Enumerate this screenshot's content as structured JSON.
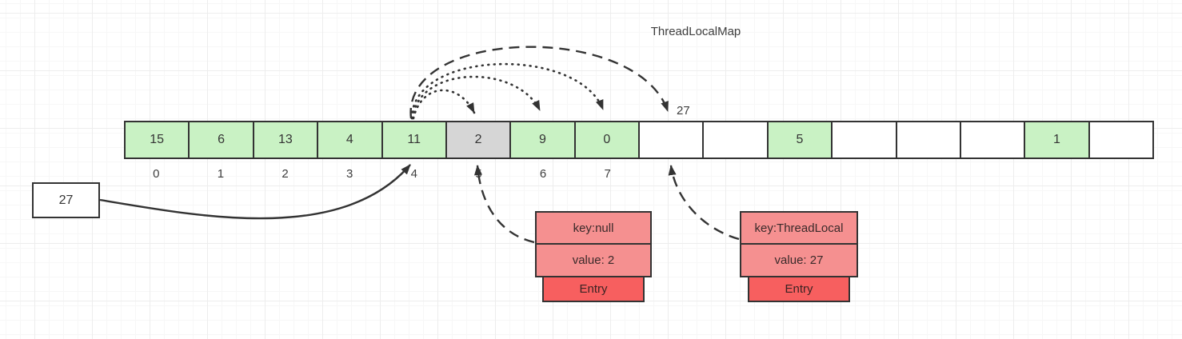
{
  "title": "ThreadLocalMap",
  "array": {
    "cells": [
      {
        "value": "15",
        "state": "green"
      },
      {
        "value": "6",
        "state": "green"
      },
      {
        "value": "13",
        "state": "green"
      },
      {
        "value": "4",
        "state": "green"
      },
      {
        "value": "11",
        "state": "green"
      },
      {
        "value": "2",
        "state": "gray"
      },
      {
        "value": "9",
        "state": "green"
      },
      {
        "value": "0",
        "state": "green"
      },
      {
        "value": "",
        "state": "white"
      },
      {
        "value": "",
        "state": "white"
      },
      {
        "value": "5",
        "state": "green"
      },
      {
        "value": "",
        "state": "white"
      },
      {
        "value": "",
        "state": "white"
      },
      {
        "value": "",
        "state": "white"
      },
      {
        "value": "1",
        "state": "green"
      },
      {
        "value": "",
        "state": "white"
      }
    ],
    "index_labels": [
      "0",
      "1",
      "2",
      "3",
      "4",
      "5",
      "6",
      "7"
    ]
  },
  "probe_label": "27",
  "value_box_label": "27",
  "entries": [
    {
      "key": "key:null",
      "value": "value: 2",
      "tab": "Entry"
    },
    {
      "key": "key:ThreadLocal",
      "value": "value: 27",
      "tab": "Entry"
    }
  ],
  "colors": {
    "green": "#c9f2c4",
    "gray": "#d6d6d6",
    "white": "#ffffff",
    "border": "#333333",
    "salmon": "#f59090",
    "entry_red": "#f75f5f",
    "arrow": "#333333"
  }
}
